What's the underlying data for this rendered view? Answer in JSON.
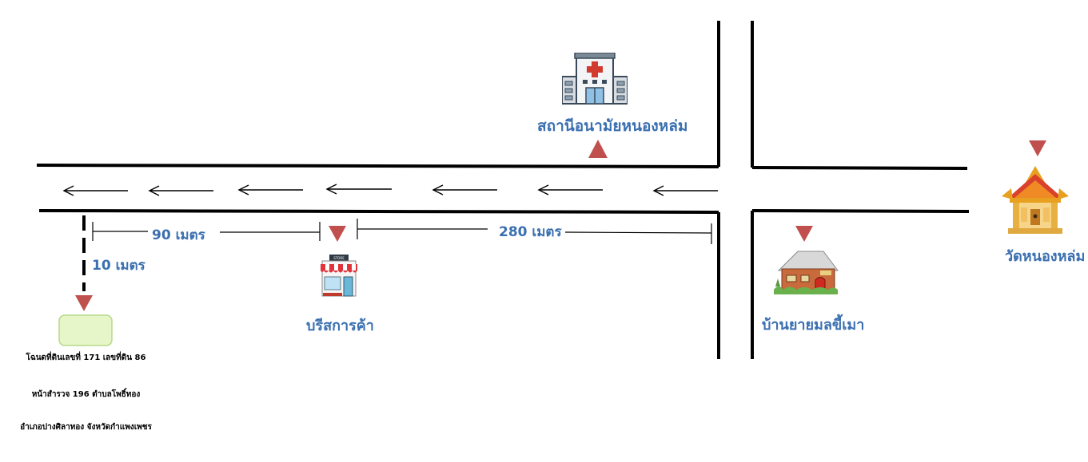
{
  "places": {
    "health_station": "สถานีอนามัยหนองหล่ม",
    "temple": "วัดหนองหล่ม",
    "store": "บรีสการค้า",
    "house": "บ้านยายมลขี้เมา"
  },
  "distances": {
    "d90": "90 เมตร",
    "d280": "280 เมตร",
    "d10": "10 เมตร"
  },
  "land_info": {
    "line1": "โฉนดที่ดินเลขที่ 171 เลขที่ดิน 86",
    "line2": "หน้าสำรวจ 196 ตำบลโพธิ์ทอง",
    "line3": "อำเภอปางศิลาทอง จังหวัดกำแพงเพชร"
  },
  "colors": {
    "label_blue": "#3a6fb0",
    "marker_red": "#c0504d",
    "plot_fill": "#e6f6c8",
    "plot_border": "#b7d98a"
  },
  "icons": [
    "hospital-icon",
    "temple-icon",
    "store-icon",
    "house-icon"
  ]
}
